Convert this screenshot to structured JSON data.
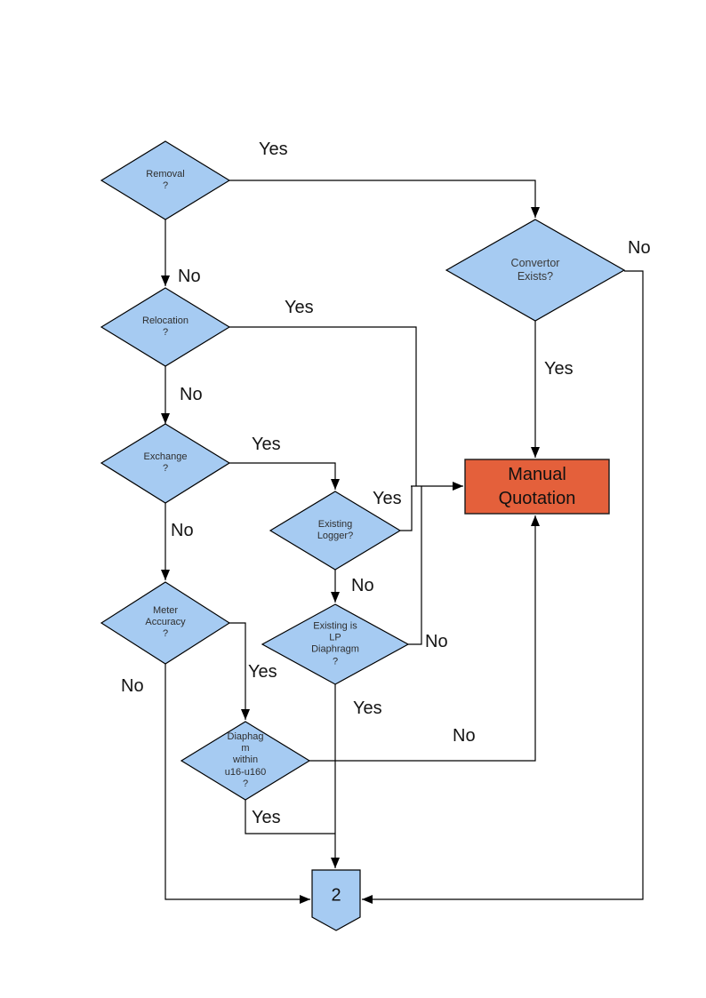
{
  "flowchart": {
    "title": "meter quotation decision flowchart",
    "colors": {
      "decision_fill": "#A6CBF2",
      "decision_border": "#000000",
      "process_fill": "#E4603B",
      "process_border": "#1A1A1A",
      "connector_fill": "#A6CBF2",
      "line_color": "#000000",
      "label_color": "#141414"
    },
    "nodes": {
      "removal": {
        "label": "Removal\n?"
      },
      "convertor_exists": {
        "label": "Convertor\nExists?"
      },
      "relocation": {
        "label": "Relocation\n?"
      },
      "exchange": {
        "label": "Exchange\n?"
      },
      "existing_logger": {
        "label": "Existing\nLogger?"
      },
      "meter_accuracy": {
        "label": "Meter\nAccuracy\n?"
      },
      "existing_lp_diaphragm": {
        "label": "Existing is\nLP\nDiaphragm\n?"
      },
      "diaphragm_within_range": {
        "label": "Diaphag\nm\nwithin\nu16-u160\n?"
      },
      "manual_quotation": {
        "label": "Manual\nQuotation"
      },
      "offpage_connector": {
        "label": "2"
      }
    },
    "edge_labels": {
      "removal_yes": "Yes",
      "removal_no": "No",
      "convertor_no": "No",
      "convertor_yes": "Yes",
      "relocation_yes": "Yes",
      "relocation_no": "No",
      "exchange_yes": "Yes",
      "exchange_no": "No",
      "existing_logger_yes": "Yes",
      "existing_logger_no": "No",
      "meter_accuracy_yes": "Yes",
      "meter_accuracy_no": "No",
      "lp_diaphragm_no": "No",
      "lp_diaphragm_yes": "Yes",
      "diaphragm_no": "No",
      "diaphragm_yes": "Yes"
    }
  }
}
